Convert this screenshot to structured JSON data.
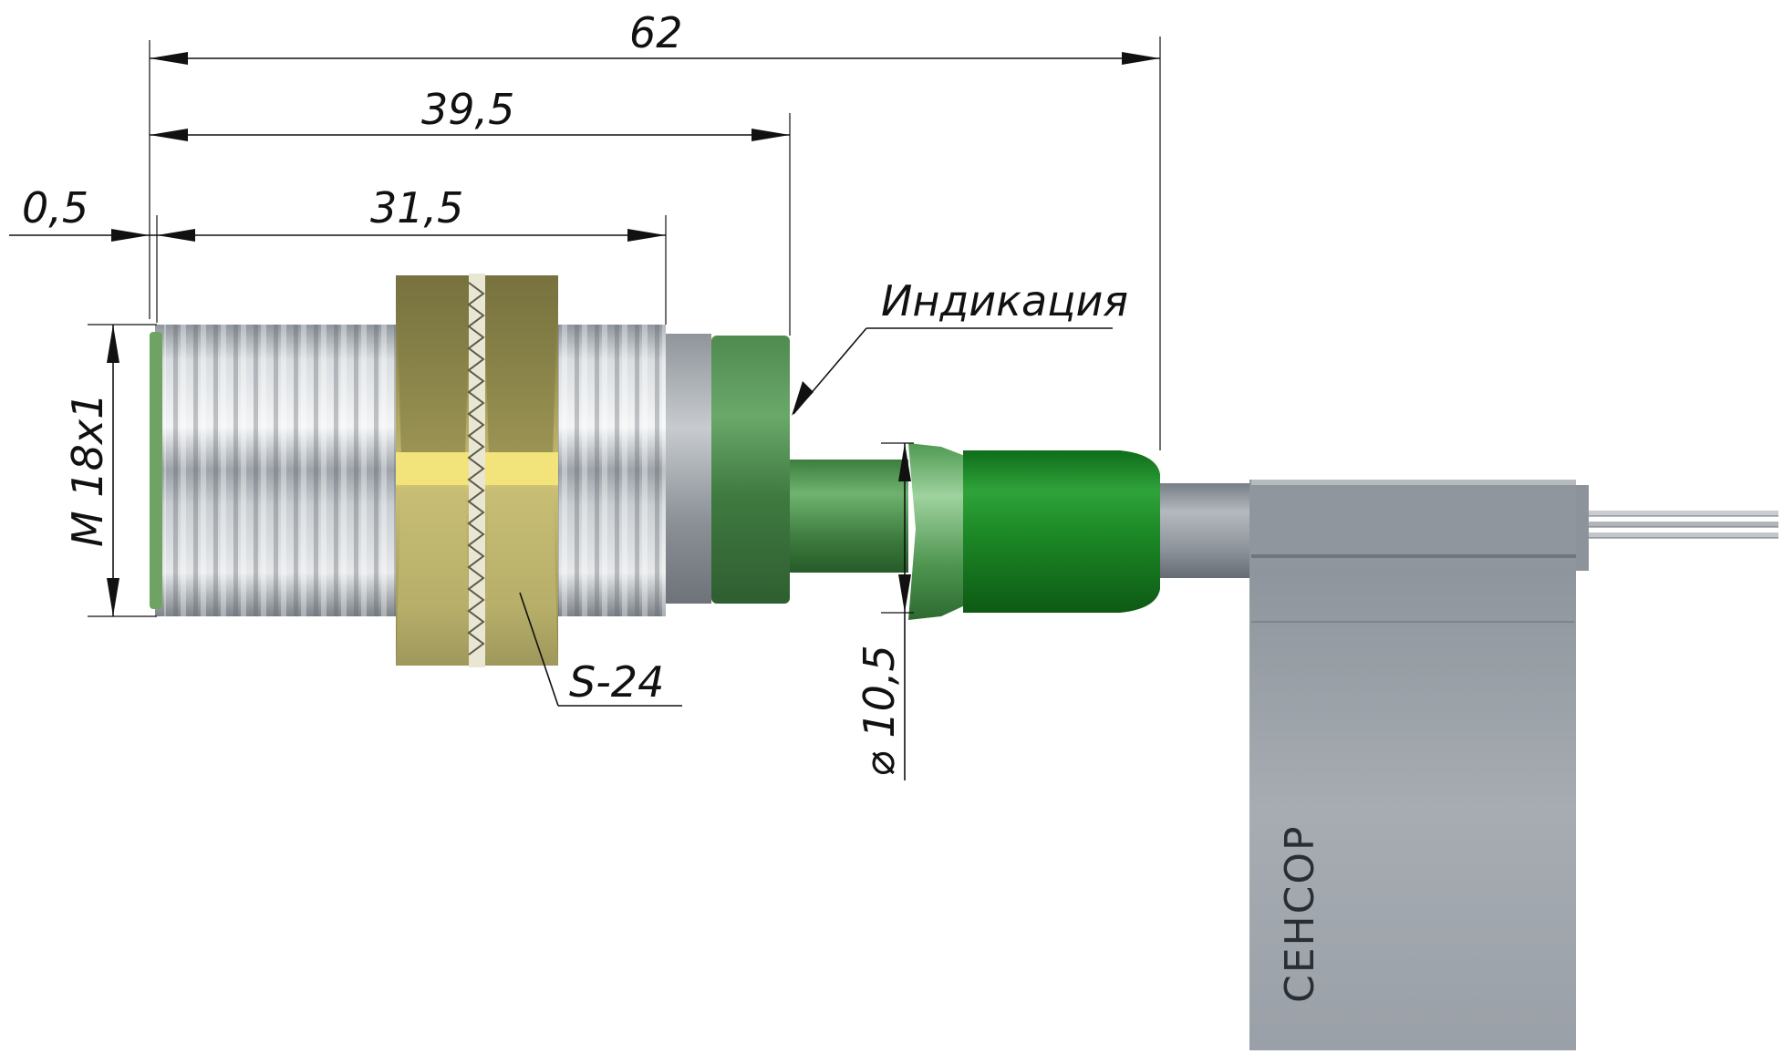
{
  "dimensions": {
    "overall_length": "62",
    "to_indicator_end": "39,5",
    "thread_length": "31,5",
    "front_offset": "0,5",
    "thread_spec": "M 18x1",
    "cable_diameter": "⌀ 10,5",
    "nut_size": "S-24"
  },
  "labels": {
    "indicator": "Индикация",
    "brand": "СЕНСОР"
  },
  "colors": {
    "thread_metal": "#b9bfc4",
    "nut_brass": "#a39a55",
    "indicator_green": "#5fa060",
    "cable_green": "#1f8e2a",
    "cable_gray": "#8e959c",
    "label_tag": "#9aa0a7",
    "dimension_ink": "#111111"
  }
}
